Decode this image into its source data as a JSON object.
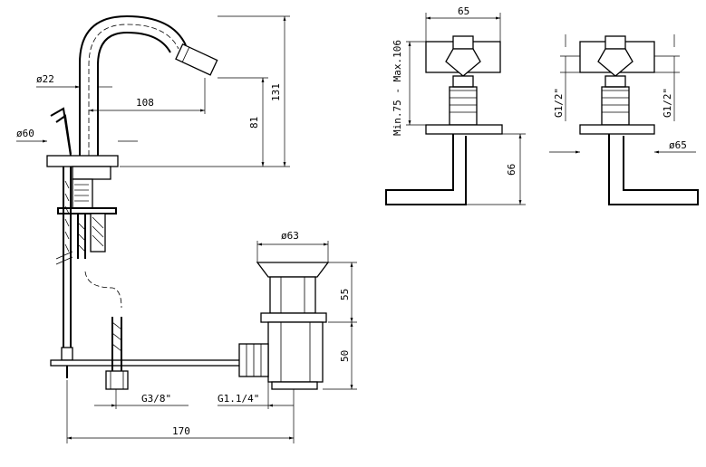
{
  "dimensions": {
    "d22": "ø22",
    "d60": "ø60",
    "len108": "108",
    "h131": "131",
    "h81": "81",
    "w65": "65",
    "minmax": "Min.75 - Max.106",
    "h66": "66",
    "g12_left": "G1/2\"",
    "g12_right": "G1/2\"",
    "d65": "ø65",
    "d63": "ø63",
    "h55": "55",
    "h50": "50",
    "g38": "G3/8\"",
    "g114": "G1.1/4\"",
    "len170": "170"
  }
}
